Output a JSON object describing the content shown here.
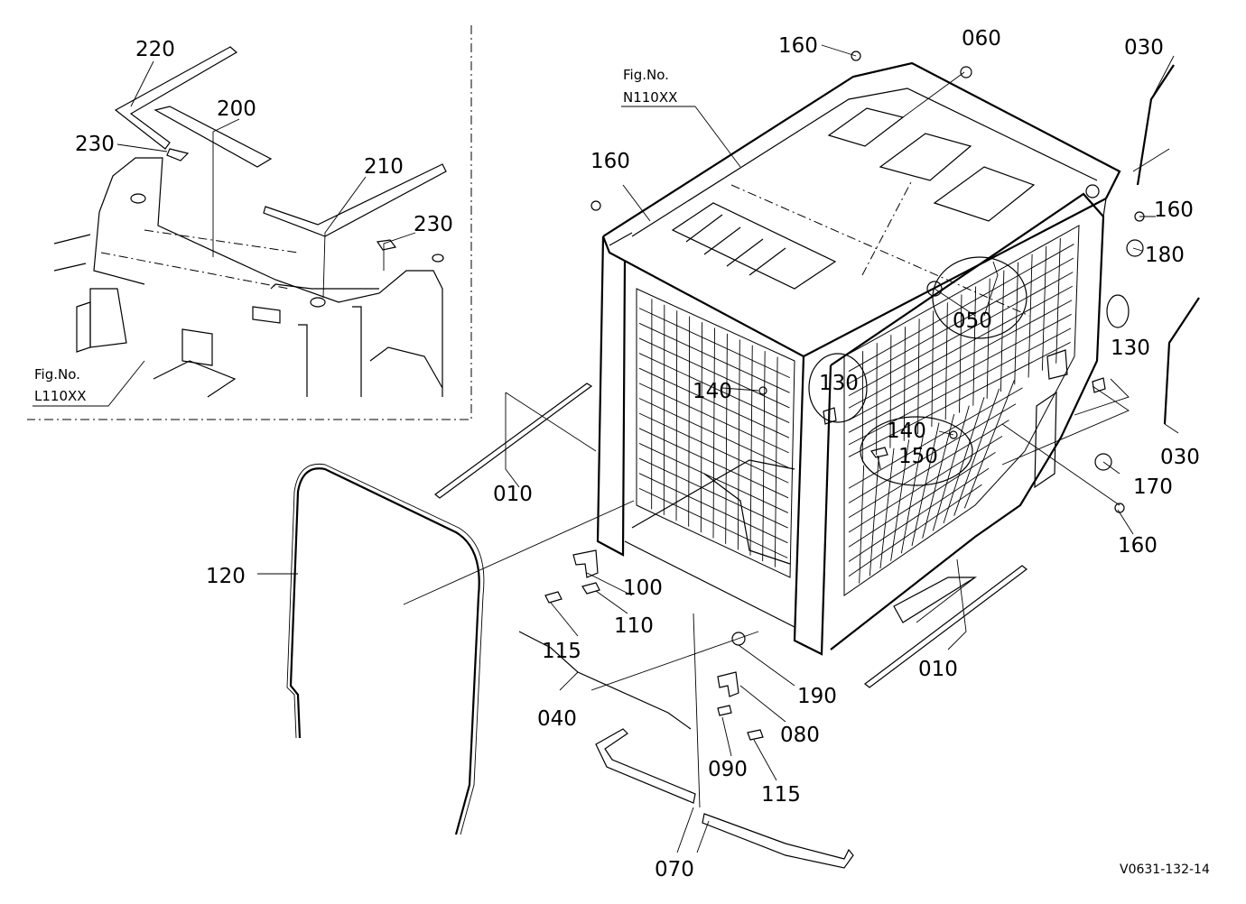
{
  "drawing_code": "V0631-132-14",
  "figure_refs": [
    {
      "label": "Fig.No.",
      "code": "N110XX"
    },
    {
      "label": "Fig.No.",
      "code": "L110XX"
    }
  ],
  "part_labels": [
    "220",
    "200",
    "230",
    "210",
    "230",
    "160",
    "060",
    "030",
    "160",
    "160",
    "180",
    "050",
    "130",
    "130",
    "140",
    "140",
    "150",
    "030",
    "170",
    "160",
    "010",
    "120",
    "100",
    "110",
    "115",
    "190",
    "010",
    "040",
    "080",
    "090",
    "115",
    "070"
  ]
}
